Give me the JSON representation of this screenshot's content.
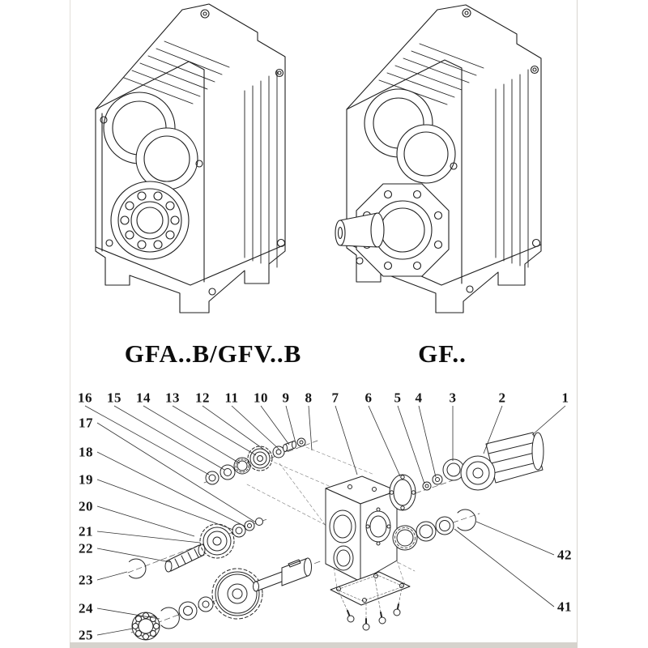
{
  "page": {
    "paper_color": "#ffffff",
    "ink_color": "#1f1f1f"
  },
  "drawings": {
    "left_model_label": "GFA..B/GFV..B",
    "right_model_label": "GF.."
  },
  "exploded_view": {
    "top_callouts": [
      "16",
      "15",
      "14",
      "13",
      "12",
      "11",
      "10",
      "9",
      "8",
      "7",
      "6",
      "5",
      "4",
      "3",
      "2",
      "1"
    ],
    "left_callouts": [
      "17",
      "18",
      "19",
      "20",
      "21",
      "22",
      "23",
      "24",
      "25"
    ],
    "right_callouts": [
      "42",
      "41"
    ]
  }
}
